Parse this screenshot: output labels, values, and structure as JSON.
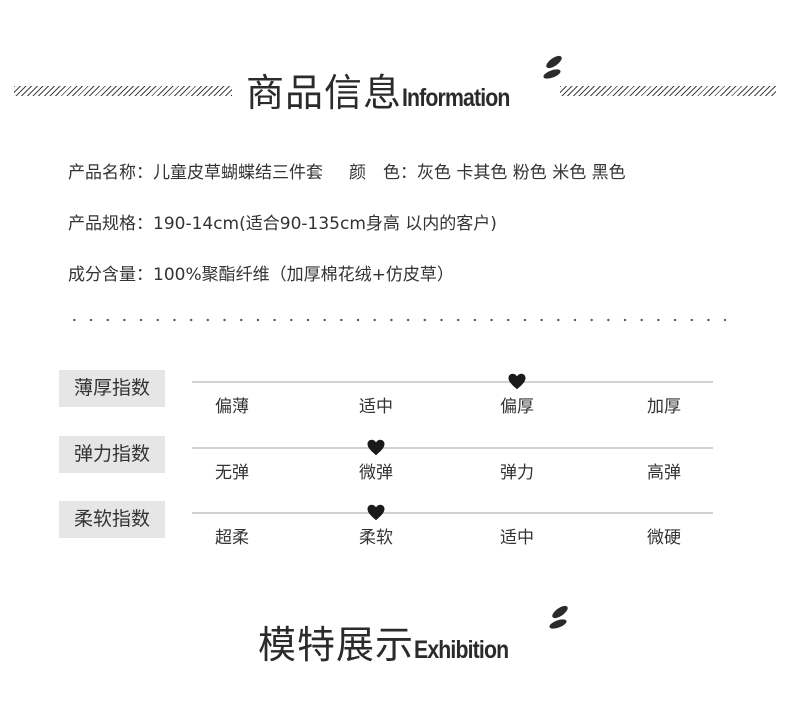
{
  "section_info": {
    "title_cn": "商品信息",
    "title_en": "Information"
  },
  "details": [
    {
      "label": "产品名称：",
      "value": "儿童皮草蝴蝶结三件套",
      "label2": "颜　色：",
      "value2": "灰色 卡其色 粉色 米色 黑色"
    },
    {
      "label": "产品规格：",
      "value": "190-14cm(适合90-135cm身高 以内的客户)"
    },
    {
      "label": "成分含量：",
      "value": "100%聚酯纤维（加厚棉花绒+仿皮草）"
    }
  ],
  "indices": [
    {
      "label": "薄厚指数",
      "options": [
        "偏薄",
        "适中",
        "偏厚",
        "加厚"
      ],
      "selected": 2
    },
    {
      "label": "弹力指数",
      "options": [
        "无弹",
        "微弹",
        "弹力",
        "高弹"
      ],
      "selected": 1
    },
    {
      "label": "柔软指数",
      "options": [
        "超柔",
        "柔软",
        "适中",
        "微硬"
      ],
      "selected": 1
    }
  ],
  "section_model": {
    "title_cn": "模特展示",
    "title_en": "Exhibition"
  },
  "colors": {
    "text": "#2b2b2b",
    "label_bg": "#e6e6e6",
    "line": "#d2d2d2"
  },
  "icons": {
    "marker": "heart-icon",
    "decor": "leaf-icon"
  }
}
